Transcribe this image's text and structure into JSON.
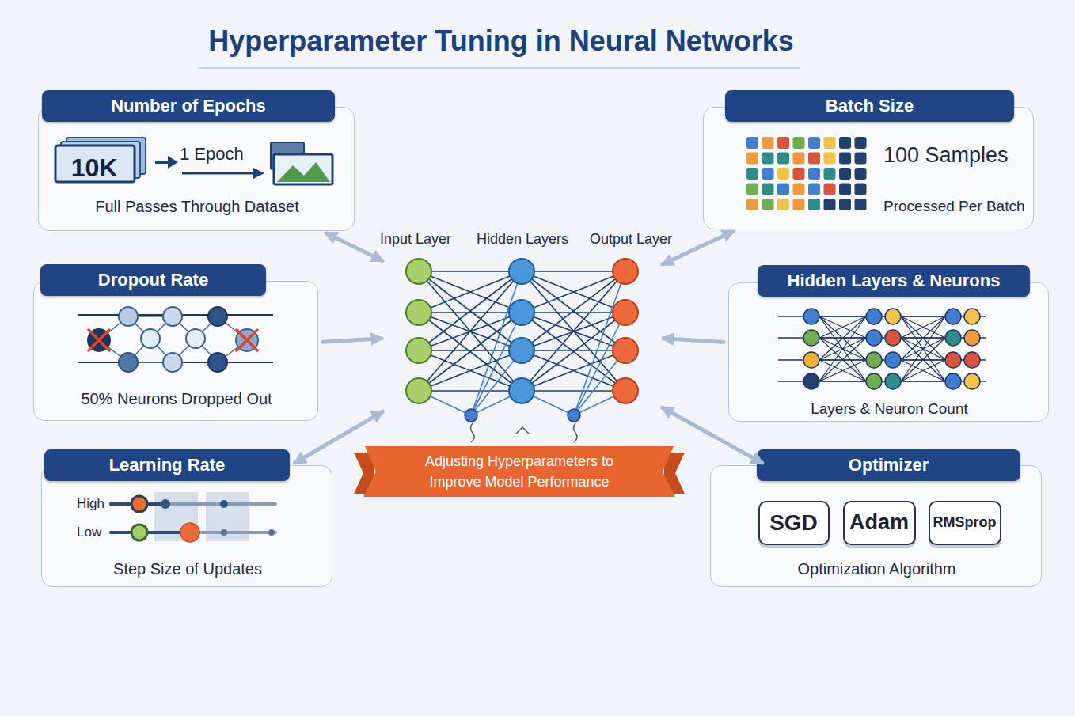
{
  "diagram": {
    "title": "Hyperparameter Tuning in Neural Networks",
    "nodes": [
      {
        "text": [
          "Number of Epochs",
          "10K",
          "1 Epoch",
          "Full Passes Through Dataset"
        ]
      },
      {
        "text": [
          "Batch Size",
          "100 Samples",
          "Processed Per Batch"
        ]
      },
      {
        "text": [
          "Input Layer",
          "Hidden Layers",
          "Output Layer"
        ]
      },
      {
        "text": [
          "Dropout Rate",
          "50% Neurons Dropped Out"
        ]
      },
      {
        "text": [
          "Hidden Layers & Neurons",
          "Layers & Neuron Count"
        ]
      },
      {
        "text": [
          "Learning Rate",
          "High",
          "Low",
          "Step Size of Updates"
        ]
      },
      {
        "text": [
          "Adjusting Hyperparameters to Improve Model Performance"
        ]
      },
      {
        "text": [
          "Optimizer",
          "Optimization Algorithm"
        ]
      },
      {
        "text": [
          "SGD"
        ],
        "in": 7
      },
      {
        "text": [
          "Adam"
        ],
        "in": 7
      },
      {
        "text": [
          "RMSprop"
        ],
        "in": 7
      }
    ],
    "edges": [
      {
        "from": 0,
        "to": 2,
        "arrow": "both"
      },
      {
        "from": 1,
        "to": 2,
        "arrow": "both"
      },
      {
        "from": 3,
        "to": 2,
        "arrow": "to"
      },
      {
        "from": 4,
        "to": 2,
        "arrow": "to"
      },
      {
        "from": 5,
        "to": 2,
        "arrow": "both"
      },
      {
        "from": 7,
        "to": 2,
        "arrow": "both"
      }
    ]
  }
}
